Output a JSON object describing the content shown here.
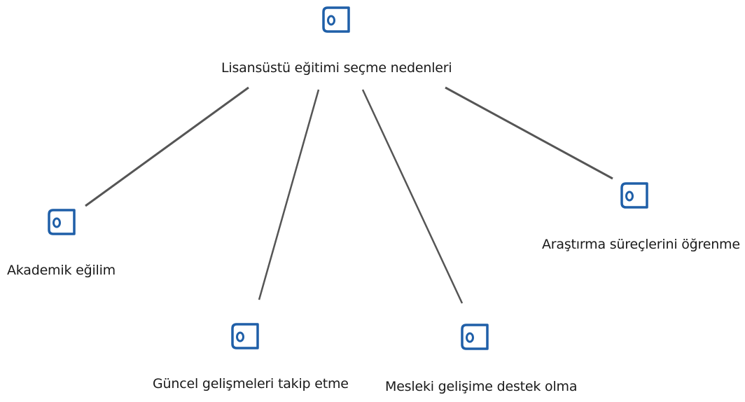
{
  "diagram": {
    "root": {
      "label": "Lisansüstü eğitimi seçme nedenleri",
      "icon": "code-document-icon"
    },
    "children": [
      {
        "label": "Akademik eğilim",
        "icon": "code-document-icon"
      },
      {
        "label": "Güncel gelişmeleri takip etme",
        "icon": "code-document-icon"
      },
      {
        "label": "Mesleki gelişime destek olma",
        "icon": "code-document-icon"
      },
      {
        "label": "Araştırma süreçlerini öğrenme",
        "icon": "code-document-icon"
      }
    ]
  },
  "colors": {
    "icon_stroke": "#1f5fa8",
    "connector": "#555555",
    "text": "#1a1a1a"
  }
}
